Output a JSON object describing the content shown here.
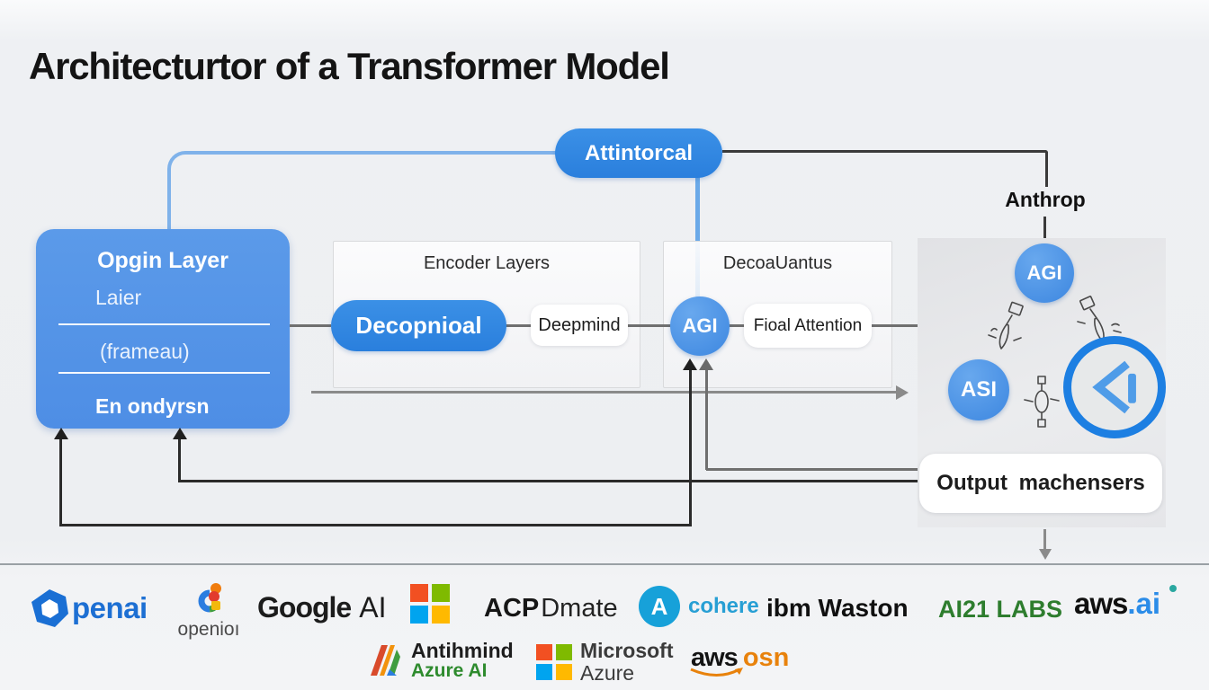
{
  "title": "Architecturtor of a Transformer Model",
  "colors": {
    "accent_blue": "#2d85e0",
    "light_blue_line": "#7fb2ea",
    "dark_line": "#2b2b2b",
    "gray_line": "#6f6f6f",
    "green_logo": "#2e7d2e",
    "orange_logo": "#e8820c"
  },
  "diagram": {
    "top_pill": "Attintorcal",
    "anthrop": "Anthrop",
    "input_box": {
      "title": "Opgin Layer",
      "line2": "Laier",
      "line3": "(frameau)",
      "line4": "En ondyrsn"
    },
    "encoder": {
      "header": "Encoder Layers",
      "pill": "Decopnioal",
      "box": "Deepmind"
    },
    "decoder": {
      "header": "DecoaUantus",
      "circle": "AGI",
      "pill": "Fioal Attention"
    },
    "outputs": {
      "circle_top": "AGI",
      "circle_left": "ASI",
      "output_box": "Output machensers"
    }
  },
  "logos": {
    "row1": [
      {
        "name": "openai",
        "text": "penai"
      },
      {
        "name": "openioi",
        "text": "openioı"
      },
      {
        "name": "google-ai",
        "text": "Google",
        "text2": "AI"
      },
      {
        "name": "microsoft-squares",
        "text": ""
      },
      {
        "name": "acpdmate",
        "text": "ACP",
        "text2": "Dmate"
      },
      {
        "name": "cohere",
        "icon_letter": "A",
        "text": "cohere"
      },
      {
        "name": "ibm-waston",
        "text": "ibm Waston"
      },
      {
        "name": "ai21-labs",
        "text": "AI21 LABS"
      },
      {
        "name": "aws-ai",
        "text": "aws",
        "text2": ".ai"
      }
    ],
    "row2": [
      {
        "name": "antihmind-azure-ai",
        "line1": "Antihmind",
        "line2": "Azure AI"
      },
      {
        "name": "microsoft-azure",
        "line1": "Microsoft",
        "line2": "Azure"
      },
      {
        "name": "aws-osn",
        "text": "aws",
        "text2": "osn"
      }
    ]
  }
}
